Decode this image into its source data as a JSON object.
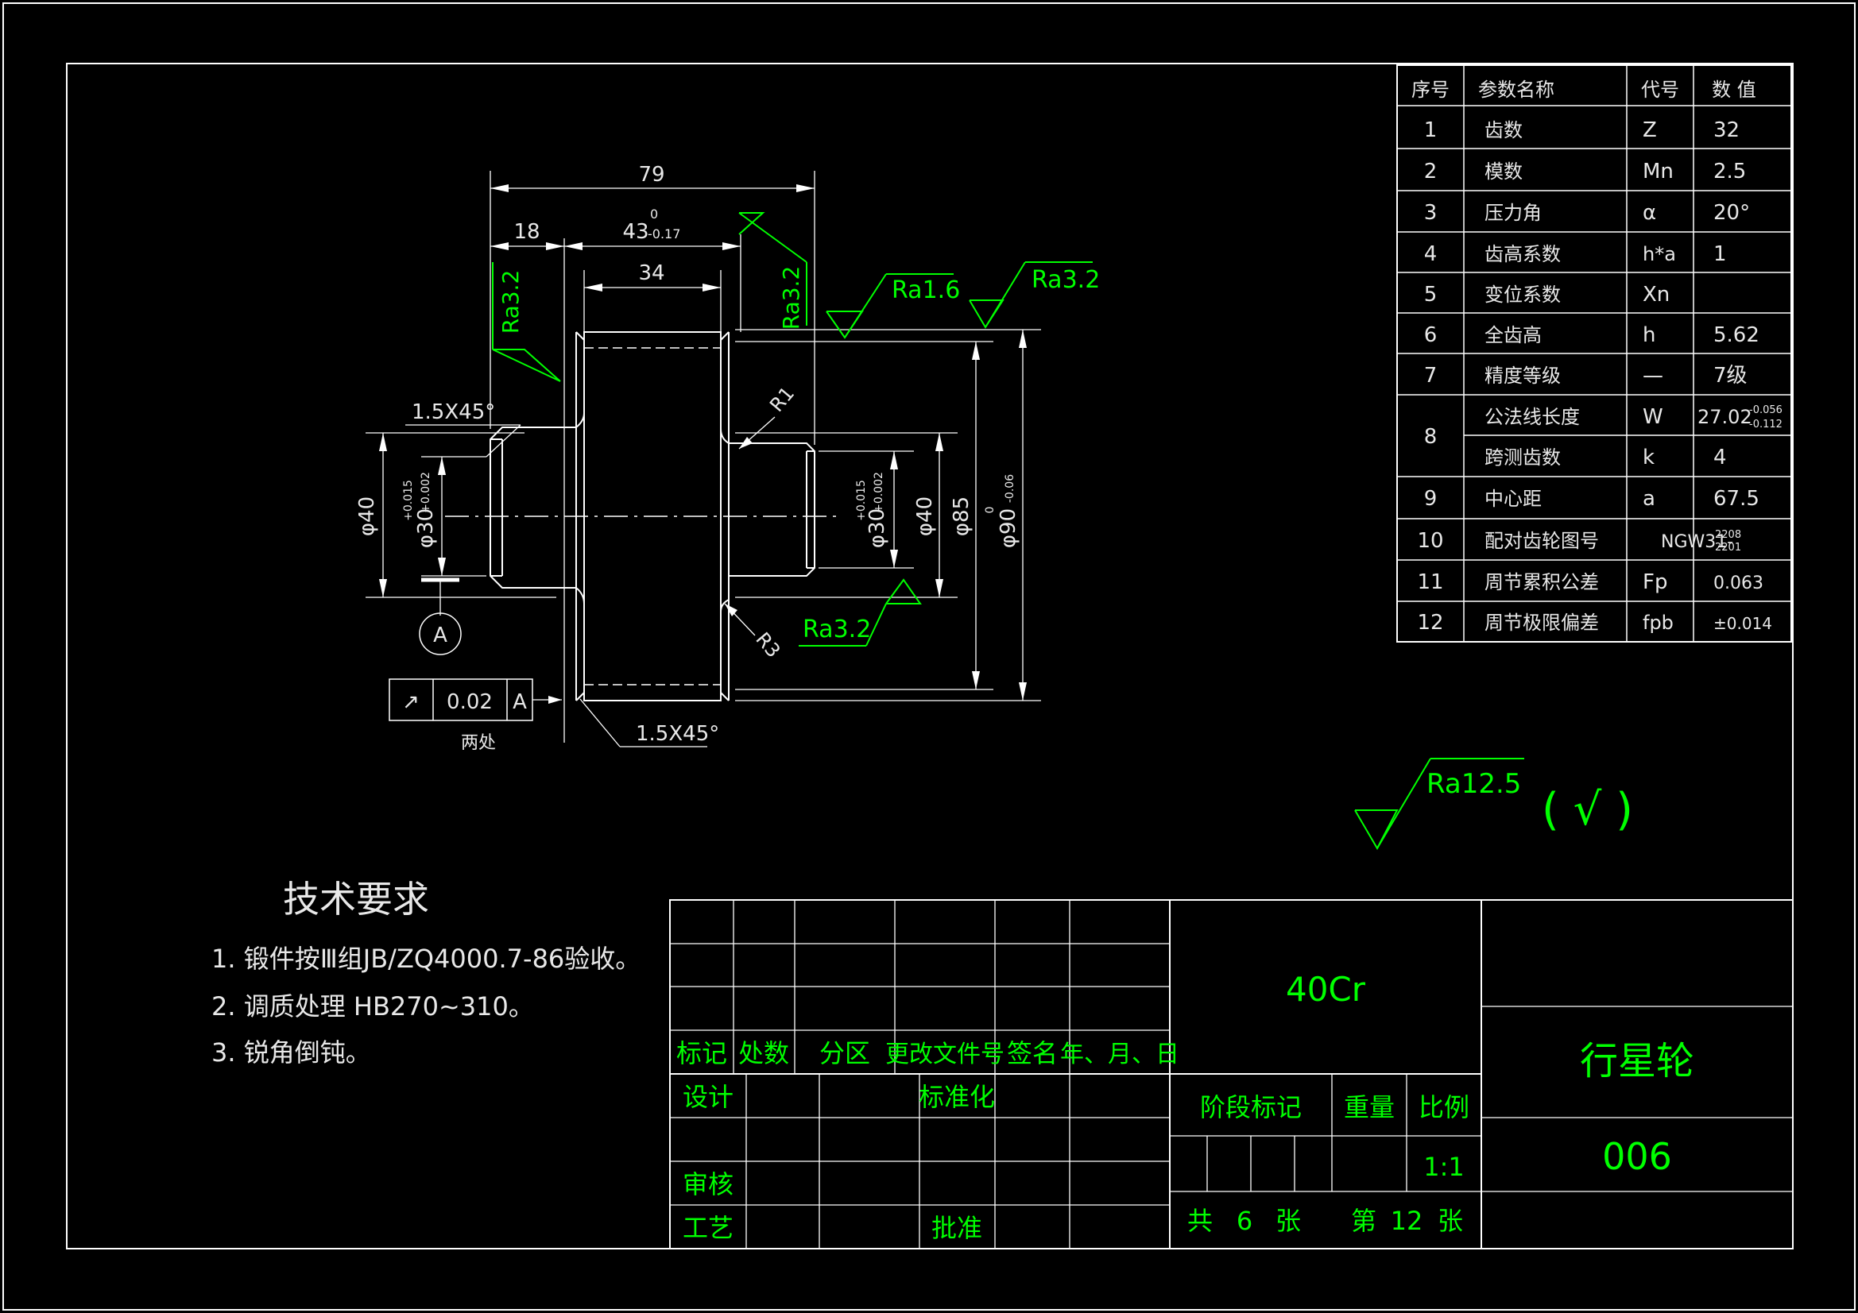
{
  "colors": {
    "background": "#000000",
    "lines": "#ffffff",
    "annotation": "#00ff00"
  },
  "dims": {
    "d79": "79",
    "d18": "18",
    "d43": "43",
    "d43tol_up": "0",
    "d43tol_lo": "-0.17",
    "d34": "34",
    "chamfer_left": "1.5X45°",
    "chamfer_bottom": "1.5X45°",
    "phi40_left": "φ40",
    "phi30_left": "φ30",
    "phi30_left_tol_up": "+0.015",
    "phi30_left_tol_lo": "+0.002",
    "phi30_right": "φ30",
    "phi30_right_tol_up": "+0.015",
    "phi30_right_tol_lo": "+0.002",
    "phi40_right": "φ40",
    "phi85": "φ85",
    "phi90": "φ90",
    "phi90_tol_up": "0",
    "phi90_tol_lo": "-0.06",
    "r1": "R1",
    "r3": "R3",
    "datum": "A",
    "gtol_symbol": "↗",
    "gtol_value": "0.02",
    "gtol_datum": "A",
    "gtol_note": "两处"
  },
  "roughness": {
    "left_face": "Ra3.2",
    "right_face": "Ra3.2",
    "top_mid": "Ra1.6",
    "top_right": "Ra3.2",
    "bore": "Ra3.2",
    "general": "Ra12.5",
    "general_mark": "( √ )"
  },
  "params": {
    "headers": [
      "序号",
      "参数名称",
      "代号",
      "数 值"
    ],
    "rows": [
      {
        "no": "1",
        "name": "齿数",
        "code": "Z",
        "value": "32"
      },
      {
        "no": "2",
        "name": "模数",
        "code": "Mn",
        "value": "2.5"
      },
      {
        "no": "3",
        "name": "压力角",
        "code": "α",
        "value": "20°"
      },
      {
        "no": "4",
        "name": "齿高系数",
        "code": "h*a",
        "value": "1"
      },
      {
        "no": "5",
        "name": "变位系数",
        "code": "Xn",
        "value": ""
      },
      {
        "no": "6",
        "name": "全齿高",
        "code": "h",
        "value": "5.62"
      },
      {
        "no": "7",
        "name": "精度等级",
        "code": "—",
        "value": "7级"
      },
      {
        "no": "8",
        "name": "公法线长度",
        "code": "W",
        "value": "27.02"
      },
      {
        "no": "",
        "name": "跨测齿数",
        "code": "k",
        "value": "4"
      },
      {
        "no": "9",
        "name": "中心距",
        "code": "a",
        "value": "67.5"
      },
      {
        "no": "10",
        "name": "配对齿轮图号",
        "code": "",
        "value": "NGW31-"
      },
      {
        "no": "11",
        "name": "周节累积公差",
        "code": "Fp",
        "value": "0.063"
      },
      {
        "no": "12",
        "name": "周节极限偏差",
        "code": "fpb",
        "value": "±0.014"
      }
    ],
    "w_tol_up": "-0.056",
    "w_tol_lo": "-0.112",
    "pair_num_top": "2208",
    "pair_num_bot": "2201"
  },
  "tech": {
    "title": "技术要求",
    "items": [
      "1. 锻件按Ⅲ组JB/ZQ4000.7-86验收。",
      "2. 调质处理 HB270~310。",
      "3. 锐角倒钝。"
    ]
  },
  "titleblock": {
    "rev_headers": [
      "标记",
      "处数",
      "分区",
      "更改文件号",
      "签名",
      "年、月、日"
    ],
    "design": "设计",
    "standardize": "标准化",
    "review": "审核",
    "process": "工艺",
    "approve": "批准",
    "material": "40Cr",
    "stage": "阶段标记",
    "weight": "重量",
    "scale_label": "比例",
    "scale": "1:1",
    "total_pre": "共",
    "total": "6",
    "sheet_unit": "张",
    "sheet_pre": "第",
    "sheet": "12",
    "sheet_unit2": "张",
    "part_name": "行星轮",
    "drawing_no": "006"
  }
}
